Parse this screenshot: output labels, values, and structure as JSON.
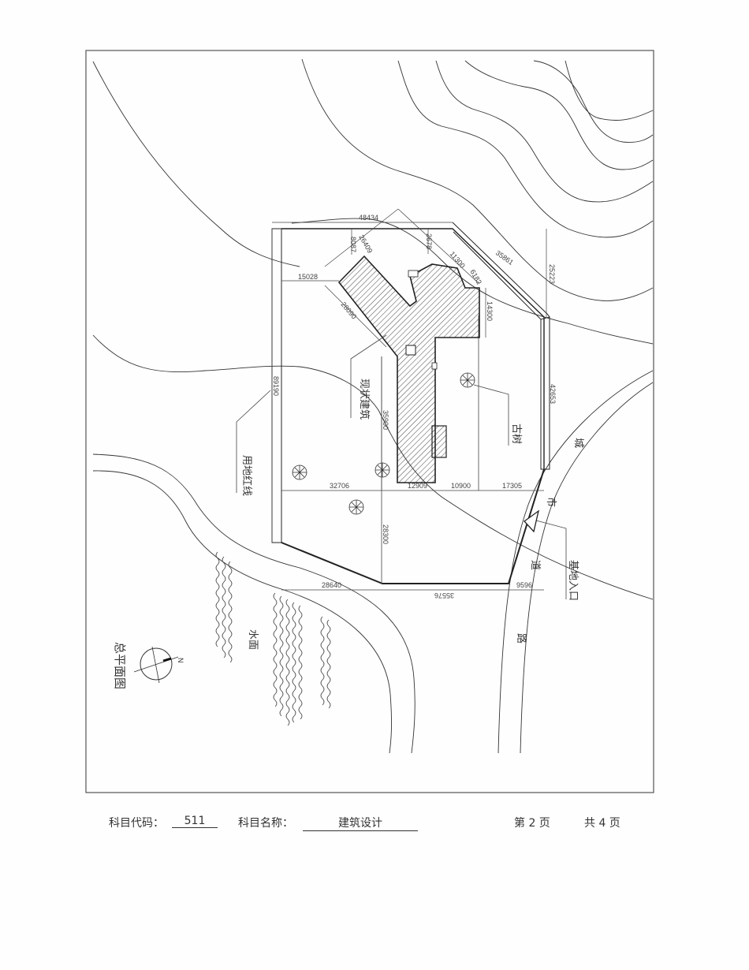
{
  "drawing": {
    "title": "总平面图",
    "north_label": "N",
    "labels": {
      "existing_building": "现状建筑",
      "old_tree": "古树",
      "site_red_line": "用地红线",
      "water_surface": "水面",
      "site_entrance": "基地入口",
      "road_chars": [
        "城",
        "市",
        "道",
        "路"
      ]
    },
    "dimensions": {
      "top_width": "48434",
      "d_8087": "8087",
      "d_26409": "26409",
      "d_2678": "2678",
      "d_11300": "11300",
      "d_35861": "35861",
      "d_25223": "25223",
      "d_6182": "6182",
      "d_15028": "15028",
      "d_14300": "14300",
      "d_28090": "28090",
      "d_89190": "89190",
      "d_35900": "35900",
      "d_42653": "42653",
      "d_32706": "32706",
      "d_12909": "12909",
      "d_10900": "10900",
      "d_17305": "17305",
      "d_28300": "28300",
      "d_28640": "28640",
      "d_35576": "35576",
      "d_9596": "9596"
    },
    "colors": {
      "line": "#2a2a2a",
      "frame": "#555555",
      "hatch": "#333333"
    }
  },
  "footer": {
    "subject_code_label": "科目代码：",
    "subject_code": "511",
    "subject_name_label": "科目名称：",
    "subject_name": "建筑设计",
    "page_label": "第 2 页",
    "total_label": "共 4 页"
  }
}
